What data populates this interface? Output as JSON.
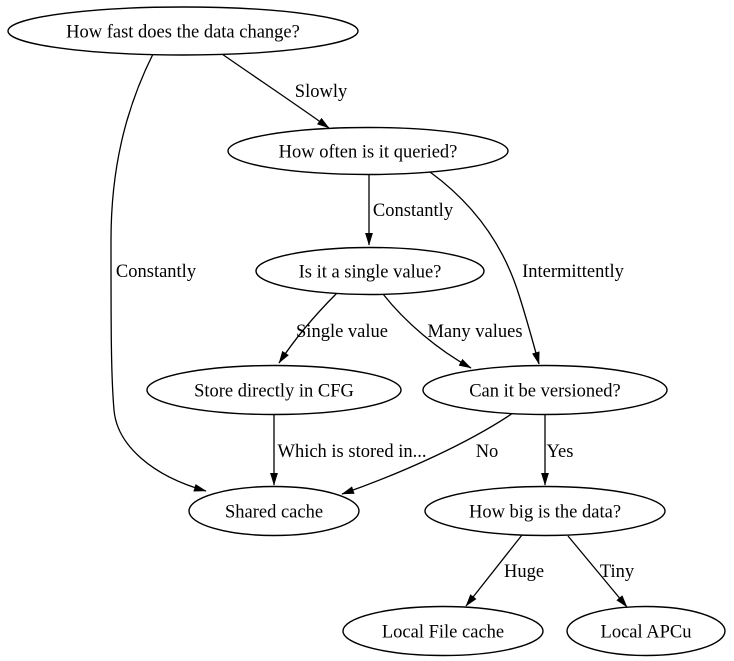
{
  "colors": {
    "background": "#ffffff",
    "node_fill": "#ffffff",
    "line": "#000000",
    "text": "#000000"
  },
  "nodes": {
    "how_fast": {
      "label": "How fast does the data change?"
    },
    "how_often": {
      "label": "How often is it queried?"
    },
    "is_single_value": {
      "label": "Is it a single value?"
    },
    "store_in_cfg": {
      "label": "Store directly in CFG"
    },
    "can_be_versioned": {
      "label": "Can it be versioned?"
    },
    "shared_cache": {
      "label": "Shared cache"
    },
    "how_big": {
      "label": "How big is the data?"
    },
    "local_file_cache": {
      "label": "Local File cache"
    },
    "local_apcu": {
      "label": "Local APCu"
    }
  },
  "edges": {
    "slowly": {
      "label": "Slowly"
    },
    "constantly_from_change": {
      "label": "Constantly"
    },
    "constantly_from_queried": {
      "label": "Constantly"
    },
    "intermittently": {
      "label": "Intermittently"
    },
    "single_value": {
      "label": "Single value"
    },
    "many_values": {
      "label": "Many values"
    },
    "which_is_stored_in": {
      "label": "Which is stored in..."
    },
    "no": {
      "label": "No"
    },
    "yes": {
      "label": "Yes"
    },
    "huge": {
      "label": "Huge"
    },
    "tiny": {
      "label": "Tiny"
    }
  }
}
